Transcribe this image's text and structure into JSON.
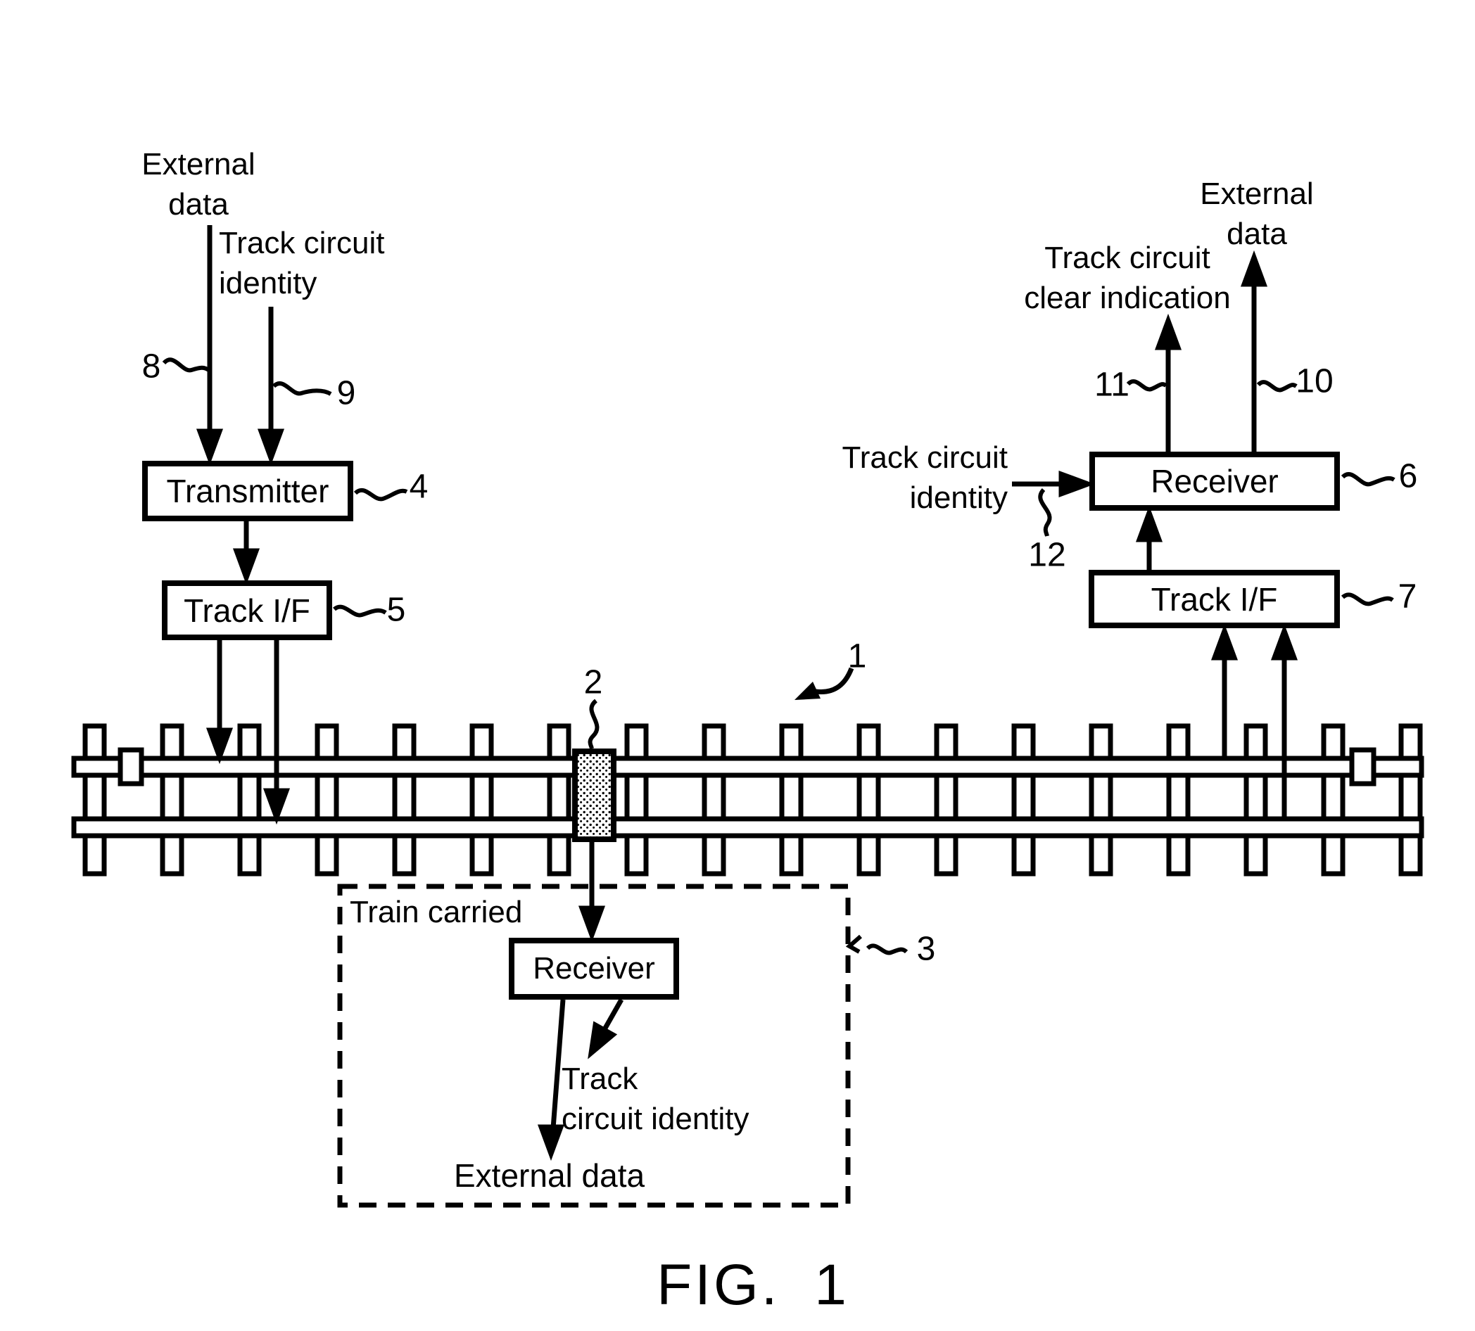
{
  "figure_title": "FIG. 1",
  "colors": {
    "ink": "#000000",
    "paper": "#ffffff"
  },
  "boxes": {
    "transmitter": "Transmitter",
    "track_if_left": "Track I/F",
    "receiver_wayside": "Receiver",
    "track_if_right": "Track I/F",
    "receiver_train": "Receiver"
  },
  "annotations": {
    "external_data_in": "External\ndata",
    "track_circuit_identity_in": "Track circuit\nidentity",
    "track_circuit_clear_indication": "Track circuit\nclear indication",
    "external_data_out": "External\ndata",
    "track_circuit_identity_ref": "Track circuit\nidentity",
    "train_carried": "Train carried",
    "track_circuit_identity_train": "Track\ncircuit identity",
    "external_data_train": "External data"
  },
  "reference_numerals": {
    "track": "1",
    "coupling_element": "2",
    "train_unit": "3",
    "transmitter": "4",
    "track_if_left": "5",
    "receiver_wayside": "6",
    "track_if_right": "7",
    "external_data_in": "8",
    "track_circuit_identity_in": "9",
    "external_data_out": "10",
    "track_circuit_clear": "11",
    "track_circuit_identity_ref": "12"
  }
}
